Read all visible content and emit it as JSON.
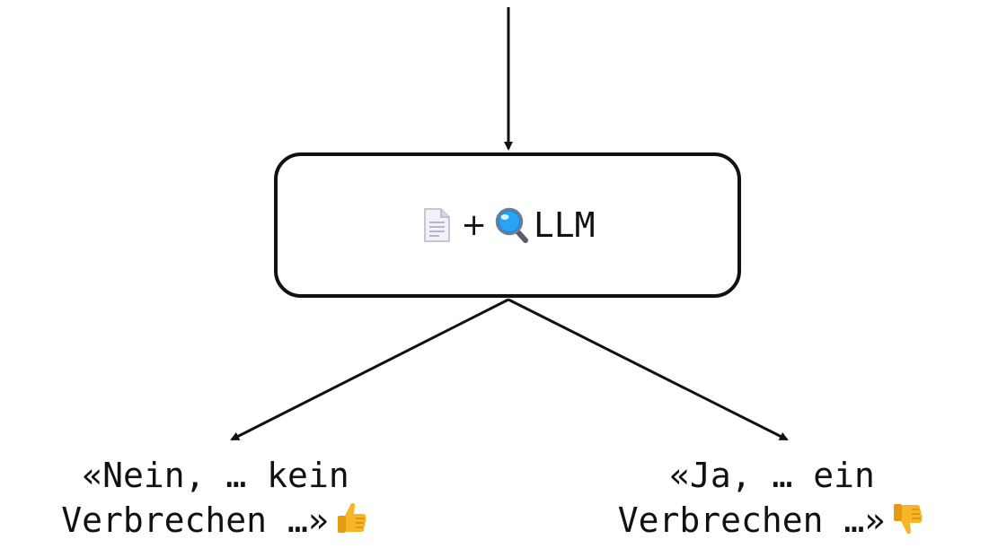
{
  "node": {
    "label": "LLM",
    "plus": "+",
    "icons": [
      "document-icon",
      "magnifier-icon"
    ]
  },
  "outcomes": {
    "left": {
      "line1": "«Nein, … kein",
      "line2": "Verbrechen …»",
      "icon": "thumbs-up-icon"
    },
    "right": {
      "line1": "«Ja, … ein",
      "line2": "Verbrechen …»",
      "icon": "thumbs-down-icon"
    }
  },
  "colors": {
    "stroke": "#111111",
    "thumb": "#f6b62a",
    "magnifier": "#1a8fe0",
    "document": "#e8e4f0"
  }
}
